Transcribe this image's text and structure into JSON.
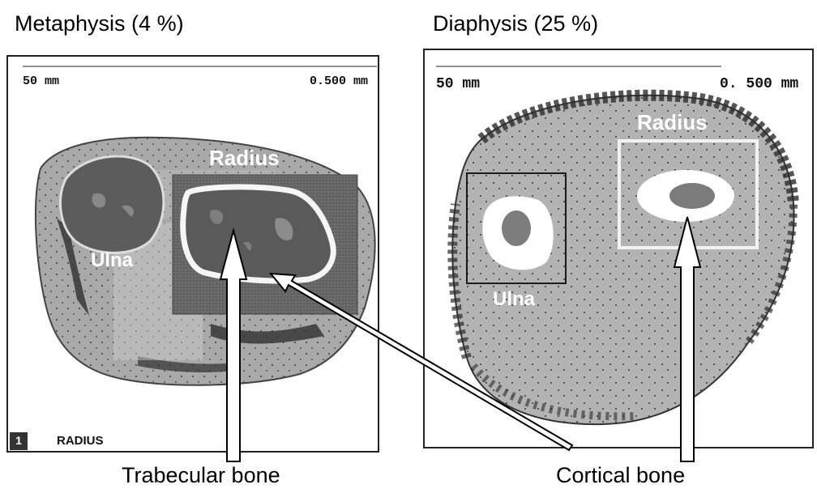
{
  "left_panel": {
    "title": "Metaphysis (4 %)",
    "scale_left": "50 mm",
    "scale_right": "0.500 mm",
    "label_radius": "Radius",
    "label_ulna": "Ulna",
    "footer_number": "1",
    "footer_label": "RADIUS"
  },
  "right_panel": {
    "title": "Diaphysis (25 %)",
    "scale_left": "50 mm",
    "scale_right": "0. 500 mm",
    "label_radius": "Radius",
    "label_ulna": "Ulna"
  },
  "annotations": {
    "trabecular": "Trabecular bone",
    "cortical": "Cortical bone"
  }
}
